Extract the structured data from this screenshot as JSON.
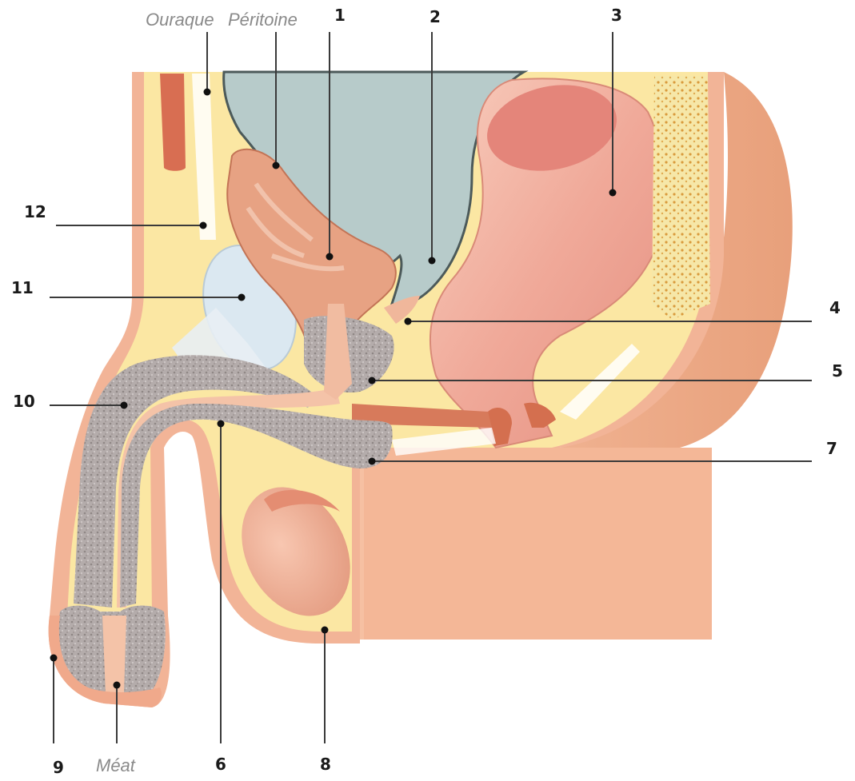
{
  "diagram": {
    "type": "anatomical-cross-section",
    "labels": {
      "ouraque": "Ouraque",
      "peritoine": "Péritoine",
      "meat": "Méat",
      "n1": "1",
      "n2": "2",
      "n3": "3",
      "n4": "4",
      "n5": "5",
      "n6": "6",
      "n7": "7",
      "n8": "8",
      "n9": "9",
      "n10": "10",
      "n11": "11",
      "n12": "12"
    },
    "colors": {
      "skin": "#f3b99a",
      "skin_dark": "#e59c78",
      "fat": "#fbe9a6",
      "peritoneal_cavity": "#b9cdcc",
      "bladder": "#e59a7c",
      "rectum": "#f1a99c",
      "spongy_tissue": "#b1a9a8",
      "bone": "#f3dc8e",
      "symphysis": "#dce9f0"
    }
  }
}
